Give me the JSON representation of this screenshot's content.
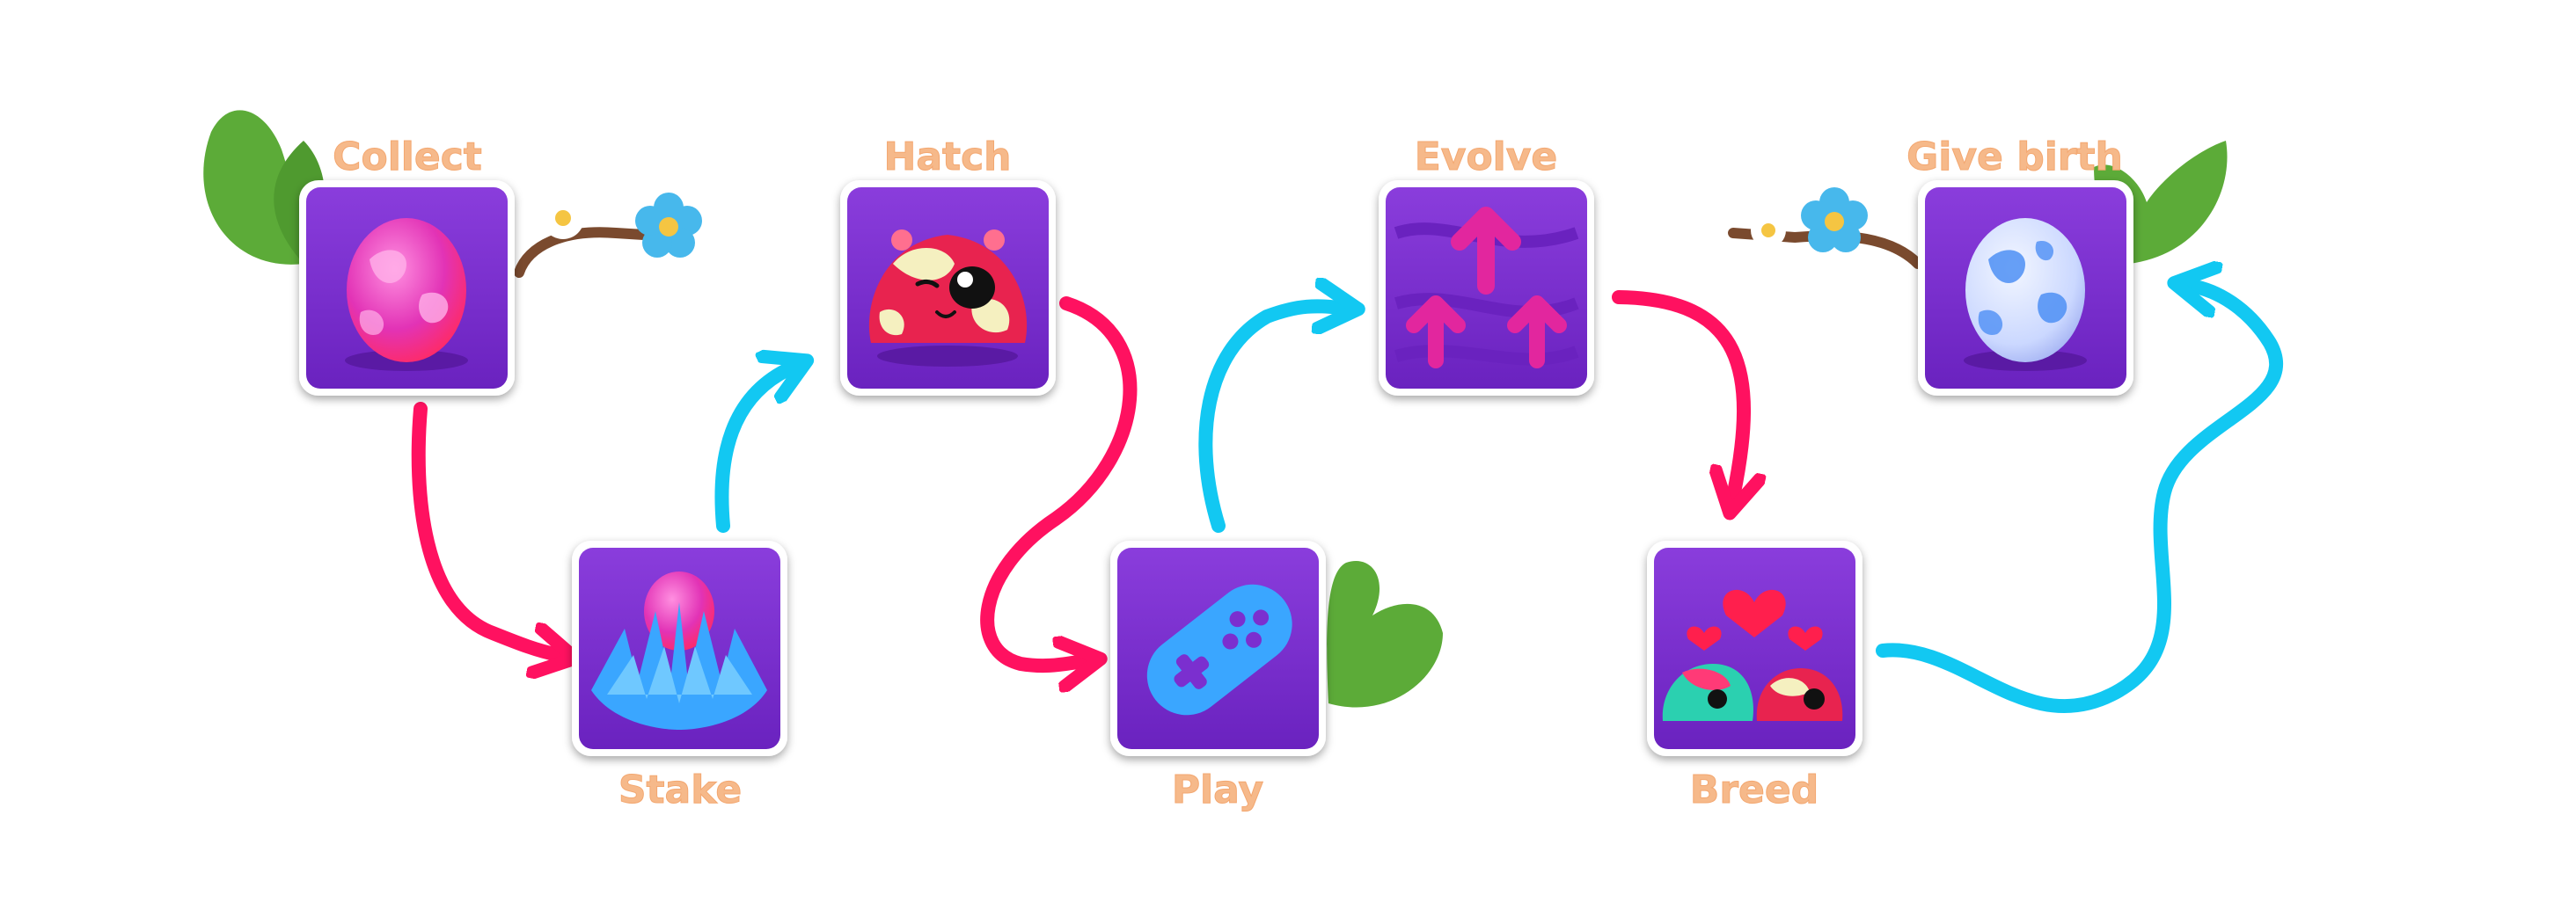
{
  "steps": [
    {
      "id": "collect",
      "label": "Collect",
      "icon": "pink-egg-icon"
    },
    {
      "id": "stake",
      "label": "Stake",
      "icon": "egg-in-crystal-nest-icon"
    },
    {
      "id": "hatch",
      "label": "Hatch",
      "icon": "slime-creature-icon"
    },
    {
      "id": "play",
      "label": "Play",
      "icon": "gamepad-icon"
    },
    {
      "id": "evolve",
      "label": "Evolve",
      "icon": "up-arrows-icon"
    },
    {
      "id": "breed",
      "label": "Breed",
      "icon": "two-slimes-with-hearts-icon"
    },
    {
      "id": "give_birth",
      "label": "Give birth",
      "icon": "blue-egg-icon"
    }
  ],
  "colors": {
    "tile": "#7b2fcf",
    "tile_dark": "#5f1fae",
    "tile_border": "#ffffff",
    "label": "#f6b98a",
    "arrow_pink": "#ff1160",
    "arrow_blue": "#12c8f2",
    "leaf": "#5cab38",
    "flower": "#47b8ec"
  }
}
